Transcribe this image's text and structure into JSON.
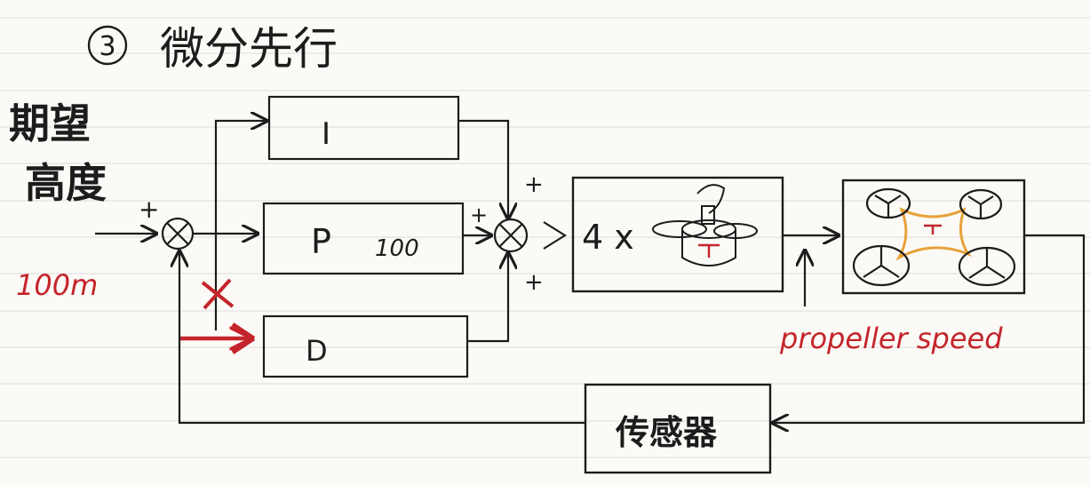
{
  "title": {
    "number": "3",
    "text": "微分先行"
  },
  "setpoint": {
    "line1": "期望",
    "line2": "高度",
    "value": "100m"
  },
  "blocks": {
    "integral": "I",
    "proportional": "P",
    "proportional_gain": "100",
    "derivative": "D",
    "motor_count": "4 x",
    "sensor": "传感器"
  },
  "signs": {
    "sum1_top": "+",
    "sum2_left": "+",
    "sum2_top": "+",
    "sum2_bottom": "+"
  },
  "annotations": {
    "output": "propeller speed",
    "cut_mark": "X"
  },
  "colors": {
    "ink": "#1c1c1c",
    "annotation_red": "#c4242b",
    "drone_accent": "#e8a23a",
    "paper": "#fbfaf6",
    "rule_line": "#dcdcdc"
  },
  "icons": [
    "motor-propeller-icon",
    "quadcopter-icon",
    "summing-junction-icon"
  ]
}
